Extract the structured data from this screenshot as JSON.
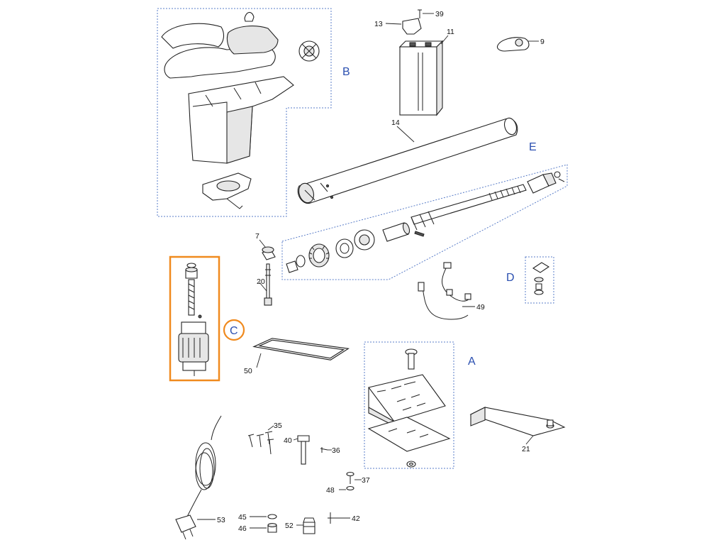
{
  "group_labels": {
    "a": "A",
    "b": "B",
    "c": "C",
    "d": "D",
    "e": "E"
  },
  "part_numbers": {
    "p7": "7",
    "p9": "9",
    "p11": "11",
    "p13": "13",
    "p14": "14",
    "p20": "20",
    "p21": "21",
    "p35": "35",
    "p36": "36",
    "p37": "37",
    "p39": "39",
    "p40": "40",
    "p42": "42",
    "p45": "45",
    "p46": "46",
    "p48": "48",
    "p49": "49",
    "p50": "50",
    "p52": "52",
    "p53": "53"
  },
  "colors": {
    "highlight_frame": "#f08a1e",
    "group_frame": "#5a7dc8",
    "group_letter": "#2a4fb0",
    "line_art": "#222222"
  }
}
